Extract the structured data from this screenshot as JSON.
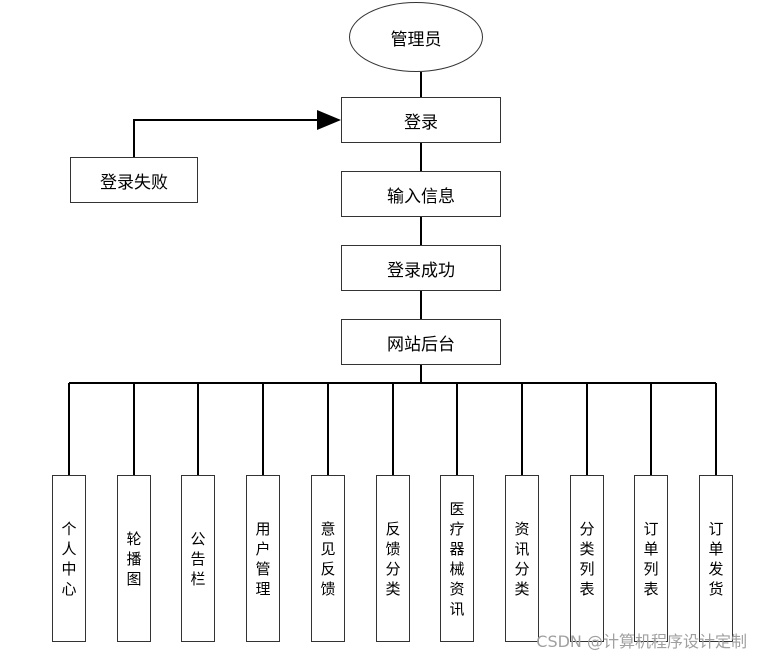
{
  "nodes": {
    "admin": "管理员",
    "login": "登录",
    "login_fail": "登录失败",
    "input_info": "输入信息",
    "login_success": "登录成功",
    "backend": "网站后台"
  },
  "modules": [
    "个人中心",
    "轮播图",
    "公告栏",
    "用户管理",
    "意见反馈",
    "反馈分类",
    "医疗器械资讯",
    "资讯分类",
    "分类列表",
    "订单列表",
    "订单发货"
  ],
  "watermark": "CSDN @计算机程序设计定制"
}
